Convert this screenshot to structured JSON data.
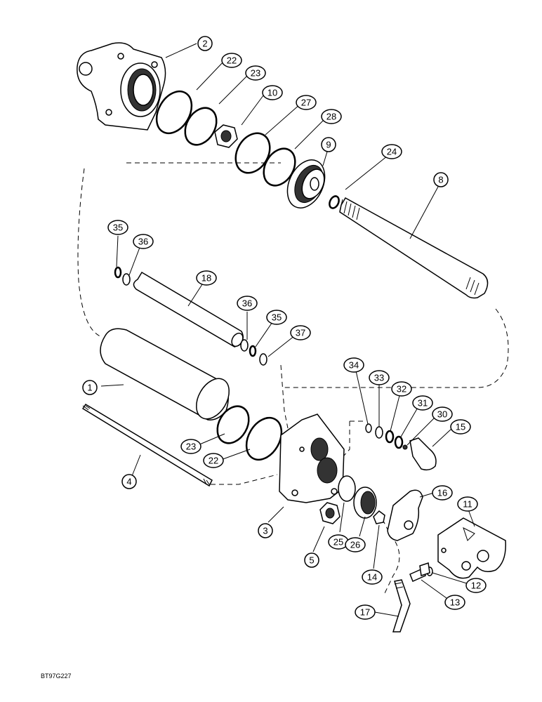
{
  "diagram": {
    "reference_code": "BT97G227",
    "callouts": [
      {
        "id": "1",
        "label": "1"
      },
      {
        "id": "2",
        "label": "2"
      },
      {
        "id": "3",
        "label": "3"
      },
      {
        "id": "4",
        "label": "4"
      },
      {
        "id": "5",
        "label": "5"
      },
      {
        "id": "8",
        "label": "8"
      },
      {
        "id": "9",
        "label": "9"
      },
      {
        "id": "10",
        "label": "10"
      },
      {
        "id": "11",
        "label": "11"
      },
      {
        "id": "12",
        "label": "12"
      },
      {
        "id": "13",
        "label": "13"
      },
      {
        "id": "14",
        "label": "14"
      },
      {
        "id": "15",
        "label": "15"
      },
      {
        "id": "16",
        "label": "16"
      },
      {
        "id": "17",
        "label": "17"
      },
      {
        "id": "18",
        "label": "18"
      },
      {
        "id": "22a",
        "label": "22"
      },
      {
        "id": "22b",
        "label": "22"
      },
      {
        "id": "23a",
        "label": "23"
      },
      {
        "id": "23b",
        "label": "23"
      },
      {
        "id": "24",
        "label": "24"
      },
      {
        "id": "25",
        "label": "25"
      },
      {
        "id": "26",
        "label": "26"
      },
      {
        "id": "27",
        "label": "27"
      },
      {
        "id": "28",
        "label": "28"
      },
      {
        "id": "30",
        "label": "30"
      },
      {
        "id": "31",
        "label": "31"
      },
      {
        "id": "32",
        "label": "32"
      },
      {
        "id": "33",
        "label": "33"
      },
      {
        "id": "34",
        "label": "34"
      },
      {
        "id": "35a",
        "label": "35"
      },
      {
        "id": "35b",
        "label": "35"
      },
      {
        "id": "36a",
        "label": "36"
      },
      {
        "id": "36b",
        "label": "36"
      },
      {
        "id": "37",
        "label": "37"
      }
    ]
  }
}
